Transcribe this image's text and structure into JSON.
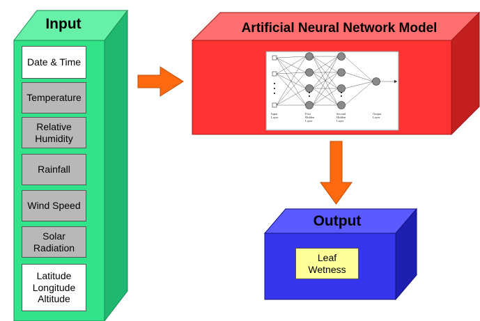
{
  "input": {
    "title": "Input",
    "items": [
      {
        "lines": [
          "Date & Time"
        ],
        "fill": "white"
      },
      {
        "lines": [
          "Temperature"
        ],
        "fill": "gray"
      },
      {
        "lines": [
          "Relative",
          "Humidity"
        ],
        "fill": "gray"
      },
      {
        "lines": [
          "Rainfall"
        ],
        "fill": "gray"
      },
      {
        "lines": [
          "Wind Speed"
        ],
        "fill": "gray"
      },
      {
        "lines": [
          "Solar",
          "Radiation"
        ],
        "fill": "gray"
      },
      {
        "lines": [
          "Latitude",
          "Longitude",
          "Altitude"
        ],
        "fill": "white"
      }
    ]
  },
  "model": {
    "title": "Artificial Neural Network Model",
    "layer_labels": {
      "input": [
        "Input",
        "Layer"
      ],
      "first_hidden": [
        "First",
        "Hidden",
        "Layer"
      ],
      "second_hidden": [
        "Second",
        "Hidden",
        "Layer"
      ],
      "output": [
        "Output",
        "Layer"
      ]
    }
  },
  "output": {
    "title": "Output",
    "result": [
      "Leaf",
      "Wetness"
    ]
  },
  "colors": {
    "input_front": "#33e38a",
    "input_top": "#66f0a8",
    "input_side": "#20b870",
    "model_front": "#ff3333",
    "model_top": "#ff6f6f",
    "model_side": "#c41f1f",
    "output_front": "#3535ee",
    "output_top": "#5a5aff",
    "output_side": "#1e1eb0",
    "arrow": "#ff6a10",
    "leaf_fill": "#ffff99",
    "gray_fill": "#b8b8b8"
  }
}
